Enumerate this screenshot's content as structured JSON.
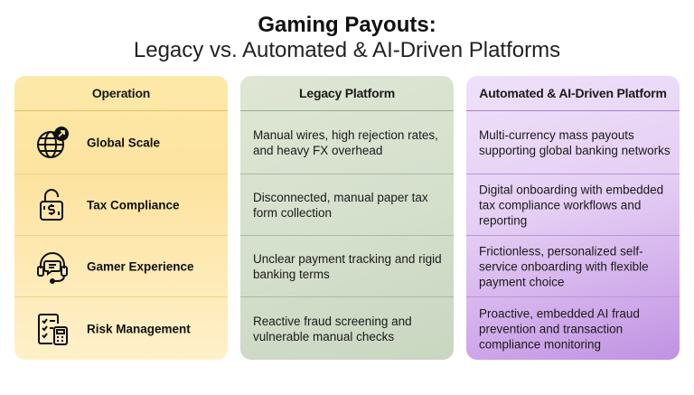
{
  "title": "Gaming Payouts:",
  "subtitle": "Legacy vs. Automated & AI-Driven Platforms",
  "columns": {
    "operation": "Operation",
    "legacy": "Legacy Platform",
    "ai": "Automated & AI-Driven Platform"
  },
  "rows": [
    {
      "icon": "globe-icon",
      "operation": "Global Scale",
      "legacy": "Manual wires, high rejection rates, and heavy FX overhead",
      "ai": "Multi-currency mass payouts supporting global banking networks"
    },
    {
      "icon": "padlock-dollar-icon",
      "operation": "Tax Compliance",
      "legacy": "Disconnected, manual paper tax form collection",
      "ai": "Digital onboarding with embedded tax compliance workflows and reporting"
    },
    {
      "icon": "headset-icon",
      "operation": "Gamer Experience",
      "legacy": "Unclear payment tracking and rigid banking terms",
      "ai": "Frictionless, personalized self-service onboarding with flexible payment choice"
    },
    {
      "icon": "checklist-calculator-icon",
      "operation": "Risk Management",
      "legacy": "Reactive fraud screening and vulnerable manual checks",
      "ai": "Proactive, embedded AI fraud prevention and transaction compliance monitoring"
    }
  ]
}
